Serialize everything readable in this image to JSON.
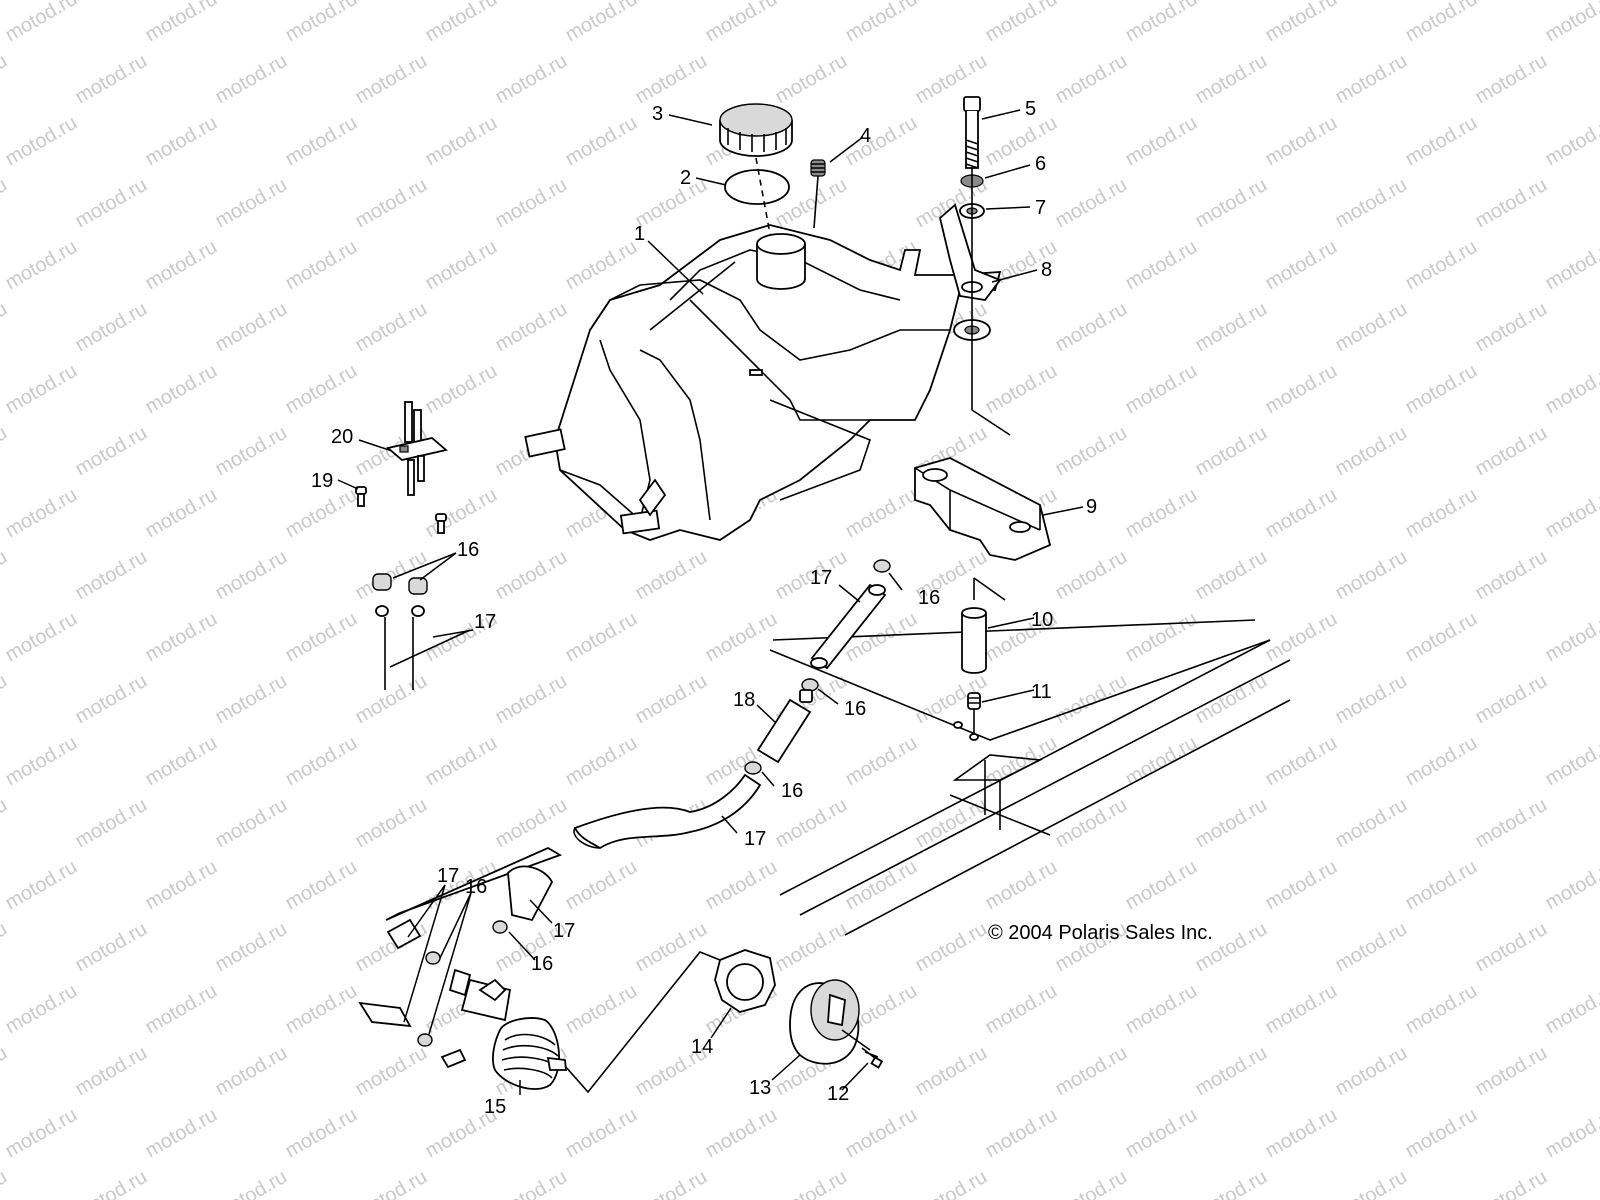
{
  "watermark": "motod.ru",
  "copyright": "© 2004 Polaris Sales Inc.",
  "callouts": [
    "1",
    "2",
    "3",
    "4",
    "5",
    "6",
    "7",
    "8",
    "9",
    "10",
    "11",
    "12",
    "13",
    "14",
    "15",
    "16",
    "16",
    "16",
    "16",
    "16",
    "16",
    "16",
    "17",
    "17",
    "17",
    "17",
    "17",
    "18",
    "19",
    "20"
  ]
}
